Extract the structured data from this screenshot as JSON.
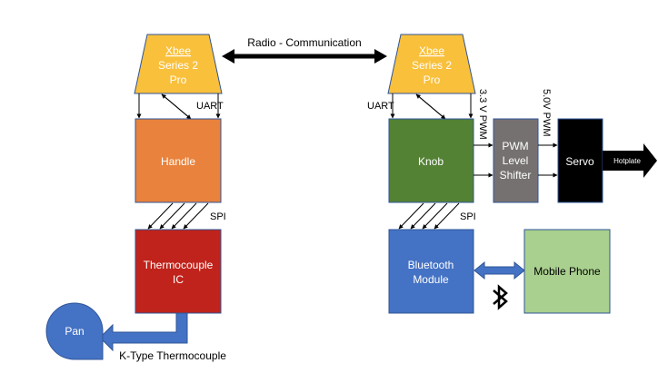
{
  "xbee_left": {
    "line1": "Xbee",
    "line2": "Series 2",
    "line3": "Pro"
  },
  "xbee_right": {
    "line1": "Xbee",
    "line2": "Series 2",
    "line3": "Pro"
  },
  "radio_label": "Radio - Communication",
  "uart_left": "UART",
  "uart_right": "UART",
  "handle_label": "Handle",
  "knob_label": "Knob",
  "spi_left": "SPI",
  "spi_right": "SPI",
  "thermo_ic": {
    "line1": "Thermocouple",
    "line2": "IC"
  },
  "bluetooth_module": {
    "line1": "Bluetooth",
    "line2": "Module"
  },
  "mobile_phone": "Mobile Phone",
  "pwm_shifter": {
    "line1": "PWM",
    "line2": "Level",
    "line3": "Shifter"
  },
  "servo_label": "Servo",
  "hotplate_label": "Hotplate",
  "pwm_33_label": "3.3 V PWM",
  "pwm_50_label": "5.0V  PWM",
  "pan_label": "Pan",
  "ktype_label": "K-Type Thermocouple",
  "bluetooth_icon": "bluetooth-icon",
  "colors": {
    "xbee": "#f9c03c",
    "handle": "#e8823c",
    "knob": "#548235",
    "thermo": "#c0231b",
    "bt_module": "#4472c4",
    "mobile": "#a9d08e",
    "shifter": "#767171",
    "servo": "#000000",
    "arrow_blue": "#4472c4"
  }
}
